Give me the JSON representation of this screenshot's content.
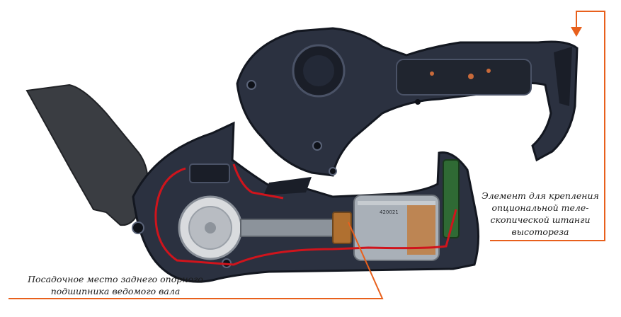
{
  "annotations": {
    "left_caption": {
      "line1": "Посадочное место заднего опорного",
      "line2": "подшипника ведомого вала"
    },
    "right_caption": {
      "line1": "Элемент для крепления",
      "line2": "опциональной теле-",
      "line3": "скопической штанги",
      "line4": "высотореза"
    }
  },
  "motor_label": "420021",
  "colors": {
    "callout": "#e8601c",
    "housing": "#2b3140",
    "housing_dark": "#1a1e28",
    "wire_red": "#d0141c",
    "motor_metal": "#a9b0b8",
    "guard": "#3a3d42"
  }
}
